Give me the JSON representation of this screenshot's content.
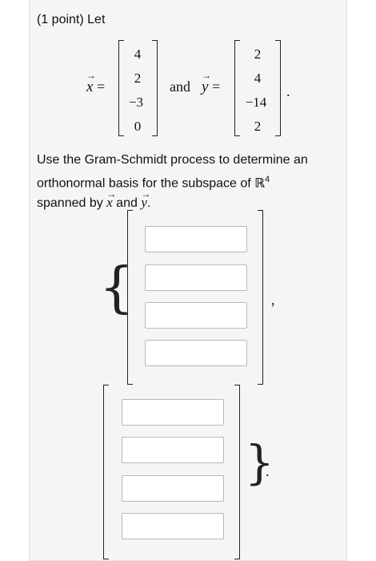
{
  "problem": {
    "header": "(1 point) Let",
    "x_var": "x",
    "y_var": "y",
    "equals": "=",
    "and_text": "and",
    "period": ".",
    "x_vector": [
      "4",
      "2",
      "−3",
      "0"
    ],
    "y_vector": [
      "2",
      "4",
      "−14",
      "2"
    ],
    "instruction_line1": "Use the Gram-Schmidt process to determine an",
    "instruction_line2_pre": "orthonormal basis for the subspace of ",
    "R_symbol": "ℝ",
    "R_exponent": "4",
    "instruction_line3_pre": "spanned by ",
    "instruction_and": " and ",
    "instruction_end": "."
  },
  "answer": {
    "open_brace": "{",
    "close_brace": "}",
    "comma": ",",
    "trailing_period": ".",
    "vector1": [
      "",
      "",
      "",
      ""
    ],
    "vector2": [
      "",
      "",
      "",
      ""
    ]
  }
}
